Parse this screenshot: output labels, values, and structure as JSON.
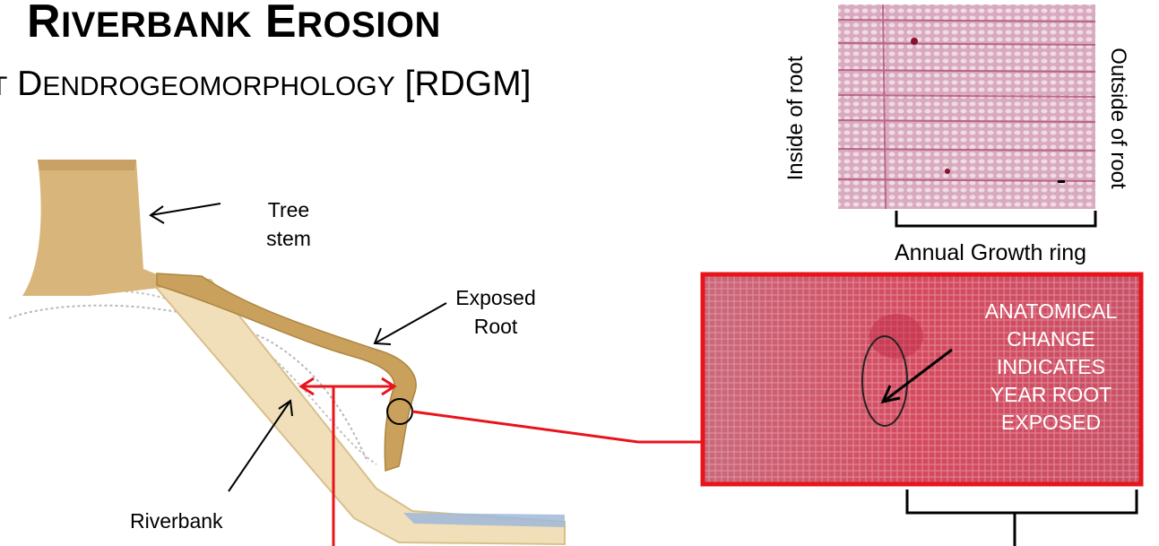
{
  "title": {
    "first_cap": "R",
    "first_rest": "IVERBANK",
    "second_cap": "E",
    "second_rest": "ROSION"
  },
  "subtitle": {
    "pre": "T",
    "cap": "D",
    "rest": "ENDROGEOMORPHOLOGY",
    "tag": "[RDGM]"
  },
  "labels": {
    "tree_stem": [
      "Tree",
      "stem"
    ],
    "exposed_root": [
      "Exposed",
      "Root"
    ],
    "riverbank": "Riverbank",
    "annual_growth_ring": "Annual Growth ring",
    "inside_of_root": "Inside of root",
    "outside_of_root": "Outside of root",
    "anatomical_change": [
      "ANATOMICAL",
      "CHANGE",
      "INDICATES",
      "YEAR ROOT",
      "EXPOSED"
    ]
  },
  "colors": {
    "stem": "#d8b57a",
    "root": "#c9a05c",
    "bank": "#f0dfb8",
    "accent_red": "#e8141b",
    "water": "#9fb8d8",
    "micro_top": "#d8a8bd",
    "micro_bottom": "#c9566a"
  }
}
